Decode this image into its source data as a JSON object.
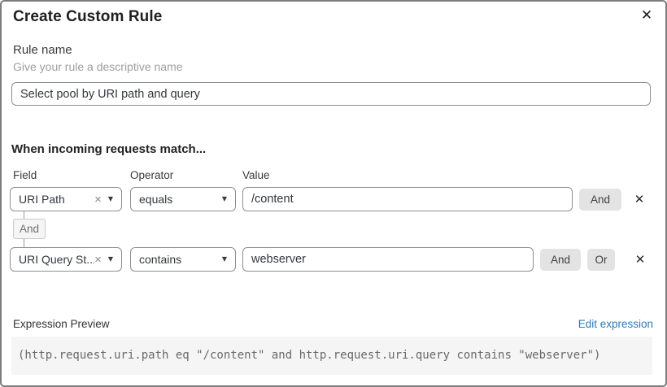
{
  "dialog": {
    "title": "Create Custom Rule"
  },
  "icons": {
    "close": "✕",
    "clear": "×",
    "caret": "▼",
    "remove": "✕"
  },
  "rule_name": {
    "label": "Rule name",
    "helper": "Give your rule a descriptive name",
    "value": "Select pool by URI path and query"
  },
  "matcher": {
    "heading": "When incoming requests match...",
    "columns": {
      "field": "Field",
      "operator": "Operator",
      "value": "Value"
    },
    "connector_label": "And",
    "rows": [
      {
        "field": "URI Path",
        "operator": "equals",
        "value": "/content",
        "and_label": "And"
      },
      {
        "field": "URI Query St...",
        "operator": "contains",
        "value": "webserver",
        "and_label": "And",
        "or_label": "Or"
      }
    ]
  },
  "expression": {
    "label": "Expression Preview",
    "edit_link": "Edit expression",
    "preview": "(http.request.uri.path eq \"/content\" and http.request.uri.query contains \"webserver\")"
  },
  "colors": {
    "link_blue": "#2c7bb8",
    "button_gray": "#e3e3e3",
    "preview_bg": "#f5f5f5",
    "border_gray": "#8f8f8f"
  }
}
